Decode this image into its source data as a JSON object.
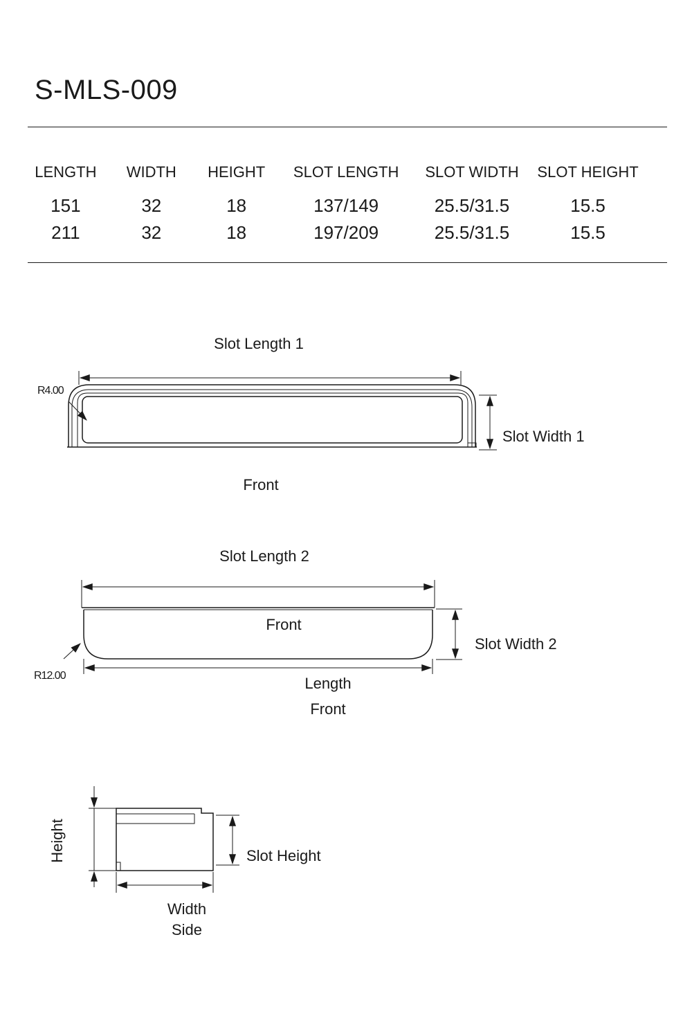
{
  "title": "S-MLS-009",
  "table": {
    "headers": [
      "LENGTH",
      "WIDTH",
      "HEIGHT",
      "SLOT LENGTH",
      "SLOT WIDTH",
      "SLOT HEIGHT"
    ],
    "rows": [
      [
        "151",
        "32",
        "18",
        "137/149",
        "25.5/31.5",
        "15.5"
      ],
      [
        "211",
        "32",
        "18",
        "197/209",
        "25.5/31.5",
        "15.5"
      ]
    ]
  },
  "front_view_1": {
    "slot_length_label": "Slot Length 1",
    "slot_width_label": "Slot Width 1",
    "radius_label": "R4.00",
    "view_label": "Front"
  },
  "front_view_2": {
    "slot_length_label": "Slot Length 2",
    "inner_label": "Front",
    "slot_width_label": "Slot Width 2",
    "radius_label": "R12.00",
    "length_label": "Length",
    "view_label": "Front"
  },
  "side_view": {
    "height_label": "Height",
    "slot_height_label": "Slot Height",
    "width_label": "Width",
    "view_label": "Side"
  }
}
